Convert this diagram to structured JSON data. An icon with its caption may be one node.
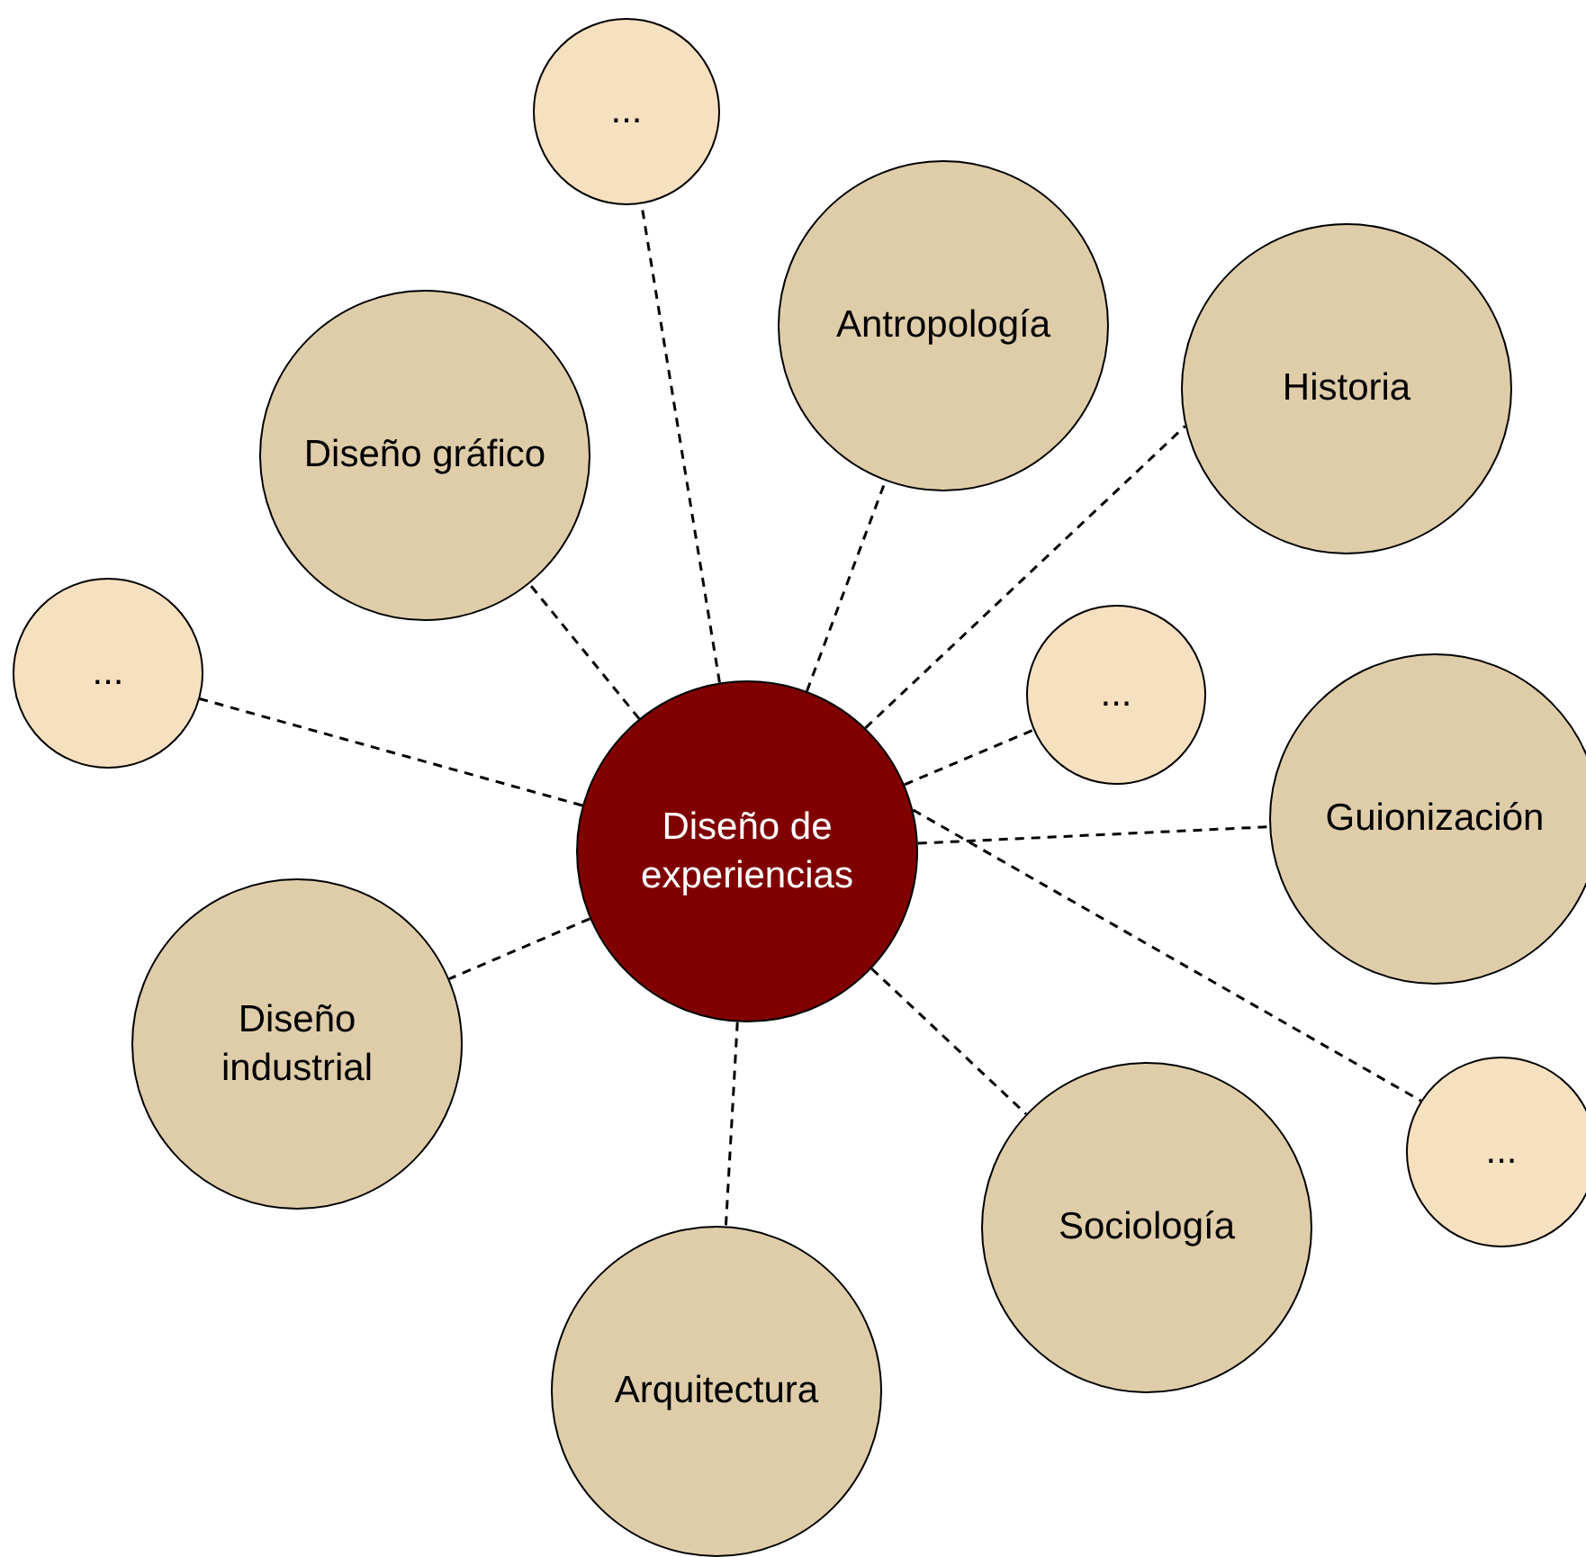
{
  "diagram": {
    "nodes": [
      {
        "text": [
          "Diseño de experiencias"
        ]
      },
      {
        "text": [
          "..."
        ]
      },
      {
        "text": [
          "Antropología"
        ]
      },
      {
        "text": [
          "Historia"
        ]
      },
      {
        "text": [
          "Diseño gráfico"
        ]
      },
      {
        "text": [
          "..."
        ]
      },
      {
        "text": [
          "..."
        ]
      },
      {
        "text": [
          "Guionización"
        ]
      },
      {
        "text": [
          "Diseño industrial"
        ]
      },
      {
        "text": [
          "Sociología"
        ]
      },
      {
        "text": [
          "..."
        ]
      },
      {
        "text": [
          "Arquitectura"
        ]
      }
    ],
    "edges": [
      {
        "from": 0,
        "to": 1,
        "arrow": "none"
      },
      {
        "from": 0,
        "to": 2,
        "arrow": "none"
      },
      {
        "from": 0,
        "to": 3,
        "arrow": "none"
      },
      {
        "from": 0,
        "to": 4,
        "arrow": "none"
      },
      {
        "from": 0,
        "to": 5,
        "arrow": "none"
      },
      {
        "from": 0,
        "to": 6,
        "arrow": "none"
      },
      {
        "from": 0,
        "to": 7,
        "arrow": "none"
      },
      {
        "from": 0,
        "to": 8,
        "arrow": "none"
      },
      {
        "from": 0,
        "to": 9,
        "arrow": "none"
      },
      {
        "from": 0,
        "to": 10,
        "arrow": "none"
      },
      {
        "from": 0,
        "to": 11,
        "arrow": "none"
      }
    ]
  }
}
